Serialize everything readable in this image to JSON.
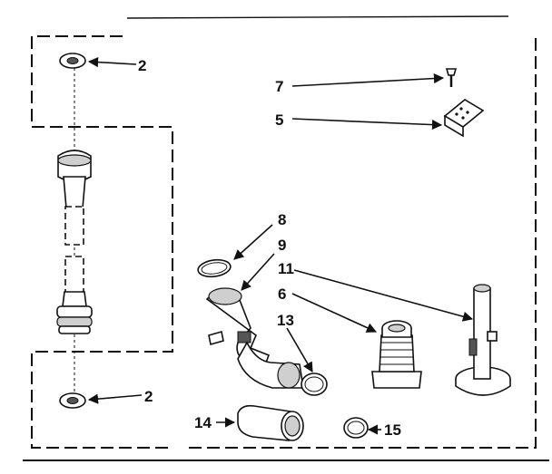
{
  "labels": {
    "l2_top": "2",
    "l2_bottom": "2",
    "l5": "5",
    "l6": "6",
    "l7": "7",
    "l8": "8",
    "l9": "9",
    "l11": "11",
    "l13": "13",
    "l14": "14",
    "l15": "15"
  }
}
